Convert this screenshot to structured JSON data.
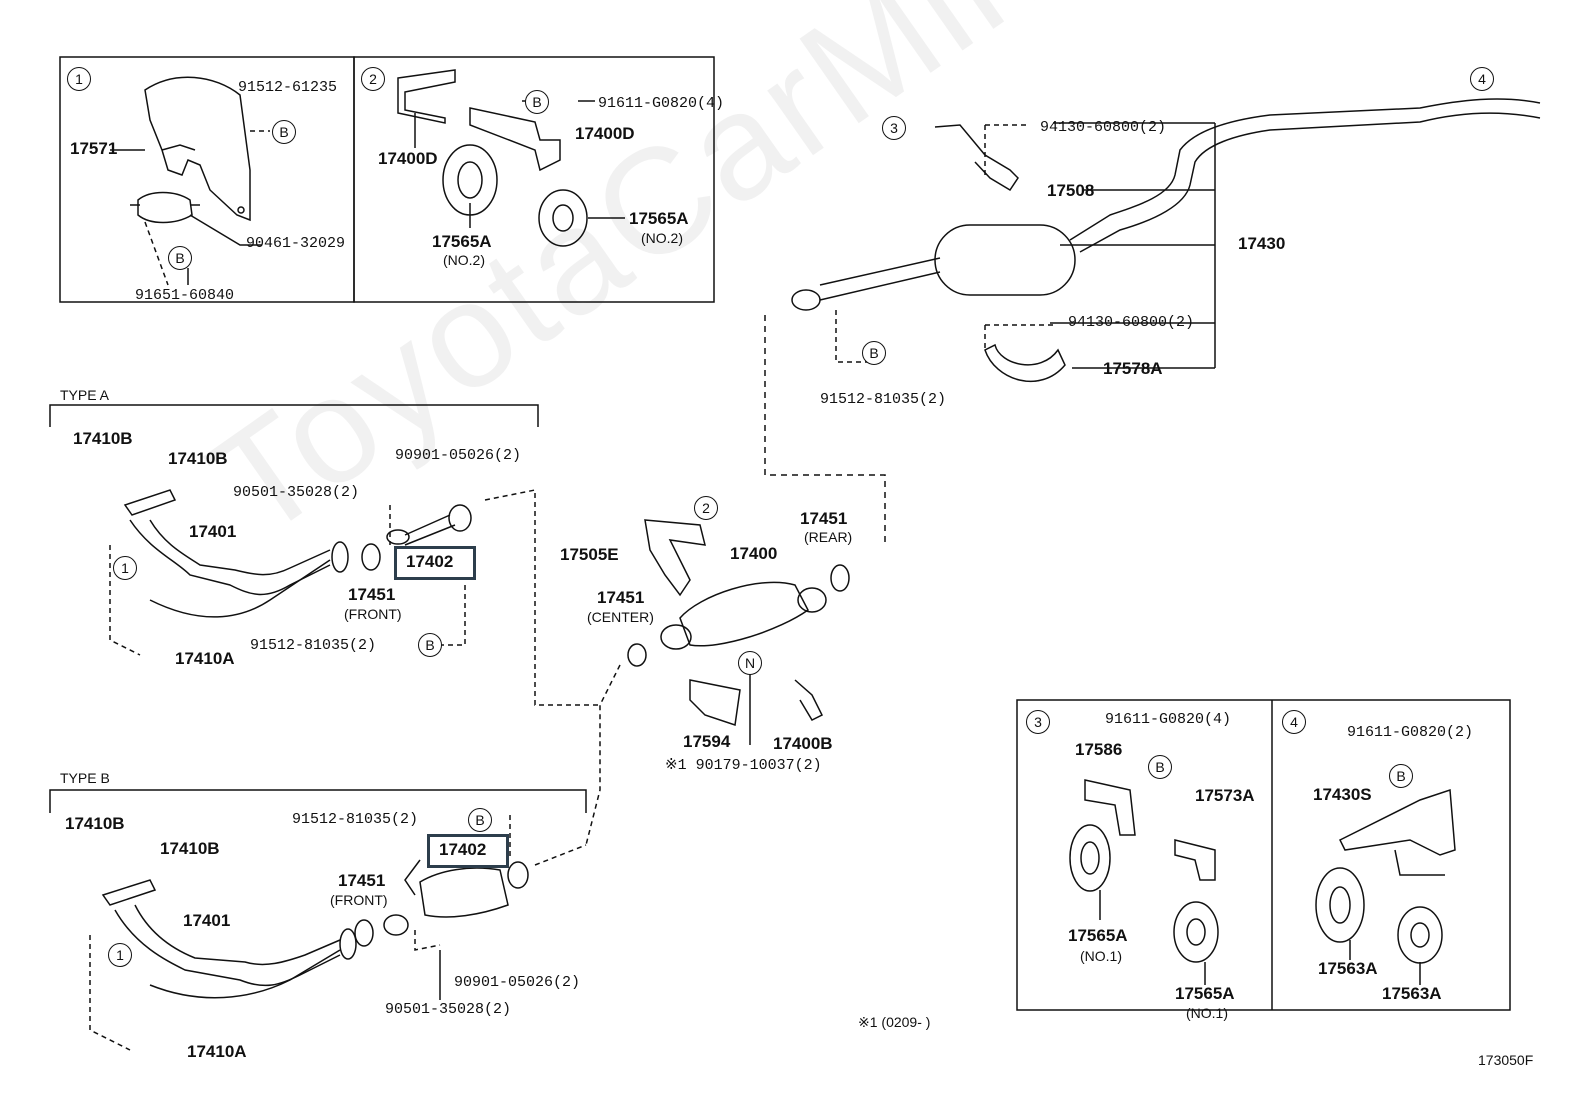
{
  "watermark": "ToyotaCarMine.ru",
  "diagram_code": "173050F",
  "note_date": "※1 (0209-      )",
  "callouts": {
    "c1": "1",
    "c2": "2",
    "c3": "3",
    "c4": "4",
    "b": "B",
    "n": "N"
  },
  "inset1": {
    "p17571": "17571",
    "p91512_61235": "91512-61235",
    "p90461_32029": "90461-32029",
    "p91651_60840": "91651-60840"
  },
  "inset2": {
    "p91611_g0820_4": "91611-G0820(4)",
    "p17400d_left": "17400D",
    "p17400d_right": "17400D",
    "p17565a_left": "17565A",
    "no2_left": "(NO.2)",
    "p17565a_right": "17565A",
    "no2_right": "(NO.2)"
  },
  "rear": {
    "p94130_top": "94130-60800(2)",
    "p17508": "17508",
    "p17430": "17430",
    "p94130_bottom": "94130-60800(2)",
    "p17578a": "17578A",
    "p91512_81035": "91512-81035(2)"
  },
  "type_a": {
    "title": "TYPE A",
    "p17410b_1": "17410B",
    "p17410b_2": "17410B",
    "p90901": "90901-05026(2)",
    "p90501": "90501-35028(2)",
    "p17401": "17401",
    "p17402": "17402",
    "p17451": "17451",
    "front": "(FRONT)",
    "p91512": "91512-81035(2)",
    "p17410a": "17410A"
  },
  "center": {
    "p17451_rear": "17451",
    "rear": "(REAR)",
    "p17505e": "17505E",
    "p17400": "17400",
    "p17451_center": "17451",
    "center": "(CENTER)",
    "p17594": "17594",
    "p90179": "※1 90179-10037(2)",
    "p17400b": "17400B"
  },
  "type_b": {
    "title": "TYPE B",
    "p17410b_1": "17410B",
    "p17410b_2": "17410B",
    "p91512": "91512-81035(2)",
    "p17402": "17402",
    "p17451": "17451",
    "front": "(FRONT)",
    "p17401": "17401",
    "p90901": "90901-05026(2)",
    "p90501": "90501-35028(2)",
    "p17410a": "17410A"
  },
  "inset3": {
    "p91611_g0820_4": "91611-G0820(4)",
    "p17586": "17586",
    "p17573a": "17573A",
    "p17565a_no1_left": "17565A",
    "no1_left": "(NO.1)",
    "p17565a_no1_right": "17565A",
    "no1_right": "(NO.1)"
  },
  "inset4": {
    "p91611_g0820_2": "91611-G0820(2)",
    "p17430s": "17430S",
    "p17563a_left": "17563A",
    "p17563a_right": "17563A"
  }
}
